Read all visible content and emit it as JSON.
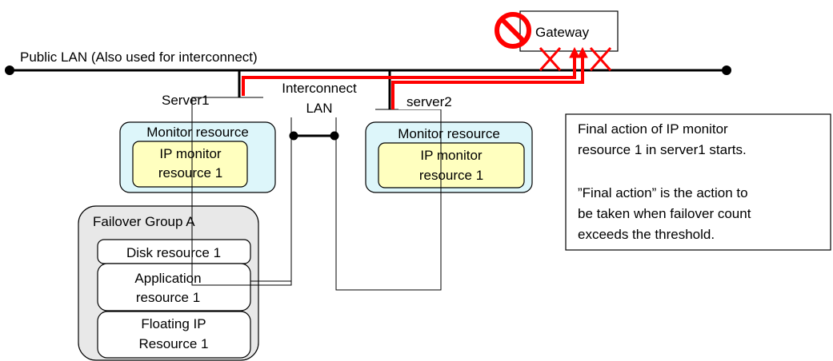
{
  "colors": {
    "line": "#000000",
    "route": "#ff0000",
    "monitor_fill": "#ddf6fa",
    "ip_monitor_fill": "#ffffbf",
    "group_fill": "#e8e8e8",
    "resource_fill": "#ffffff",
    "prohibit": "#ff0000"
  },
  "public_lan": {
    "label": "Public LAN (Also used for interconnect)"
  },
  "gateway": {
    "label": "Gateway",
    "icon": "prohibit-icon",
    "failure_marks": "X-icon"
  },
  "interconnect": {
    "line1": "Interconnect",
    "line2": "LAN"
  },
  "server1": {
    "label": "Server1",
    "monitor": {
      "title": "Monitor resource",
      "ip_monitor": {
        "line1": "IP monitor",
        "line2": "resource 1"
      }
    }
  },
  "server2": {
    "label": "server2",
    "monitor": {
      "title": "Monitor resource",
      "ip_monitor": {
        "line1": "IP monitor",
        "line2": "resource 1"
      }
    }
  },
  "failover_group": {
    "title": "Failover Group A",
    "disk": {
      "line1": "Disk resource 1"
    },
    "application": {
      "line1": "Application",
      "line2": "resource 1"
    },
    "floating_ip": {
      "line1": "Floating IP",
      "line2": "Resource 1"
    }
  },
  "note": {
    "paragraph1": [
      "Final action of IP monitor",
      "resource 1 in server1 starts."
    ],
    "paragraph2": [
      "”Final action” is the action to",
      "be taken when failover count",
      "exceeds the threshold."
    ]
  }
}
